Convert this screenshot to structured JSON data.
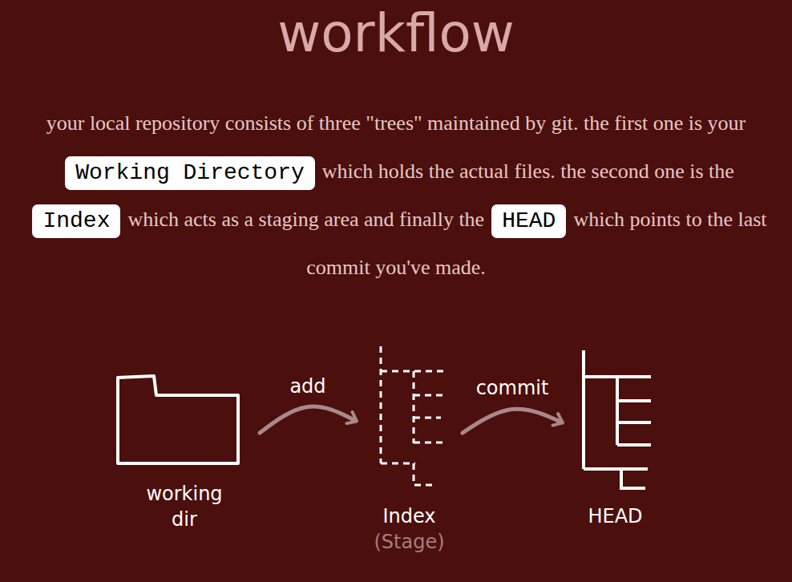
{
  "diagram": {
    "title": "workflow",
    "nodes": [
      {
        "text": [
          "working dir"
        ]
      },
      {
        "text": [
          "Index",
          "(Stage)"
        ]
      },
      {
        "text": [
          "HEAD"
        ]
      }
    ],
    "edges": [
      {
        "from": 0,
        "to": 1,
        "label": "add",
        "arrow": "to"
      },
      {
        "from": 1,
        "to": 2,
        "label": "commit",
        "arrow": "to"
      }
    ],
    "labels": [
      "your local repository consists of three \"trees\" maintained by git. the first one is your",
      "Working Directory",
      "which holds the actual files. the second one is the",
      "Index",
      "which acts as a staging area and finally the",
      "HEAD",
      "which points to the last commit you've made."
    ]
  }
}
